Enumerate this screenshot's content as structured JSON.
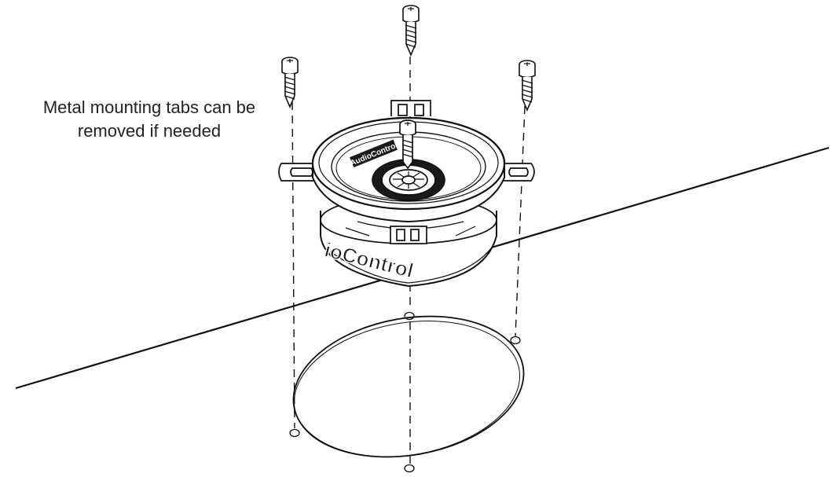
{
  "annotation": {
    "line1": "Metal mounting tabs can be",
    "line2": "removed if needed"
  },
  "speaker": {
    "brand_text": "AudioControl",
    "brand_text_visible": "ioControl"
  },
  "colors": {
    "line": "#111111",
    "fill": "#ffffff",
    "dark": "#1a1a1a"
  },
  "icons": [
    "screw-icon",
    "speaker-icon",
    "mounting-hole-icon"
  ]
}
